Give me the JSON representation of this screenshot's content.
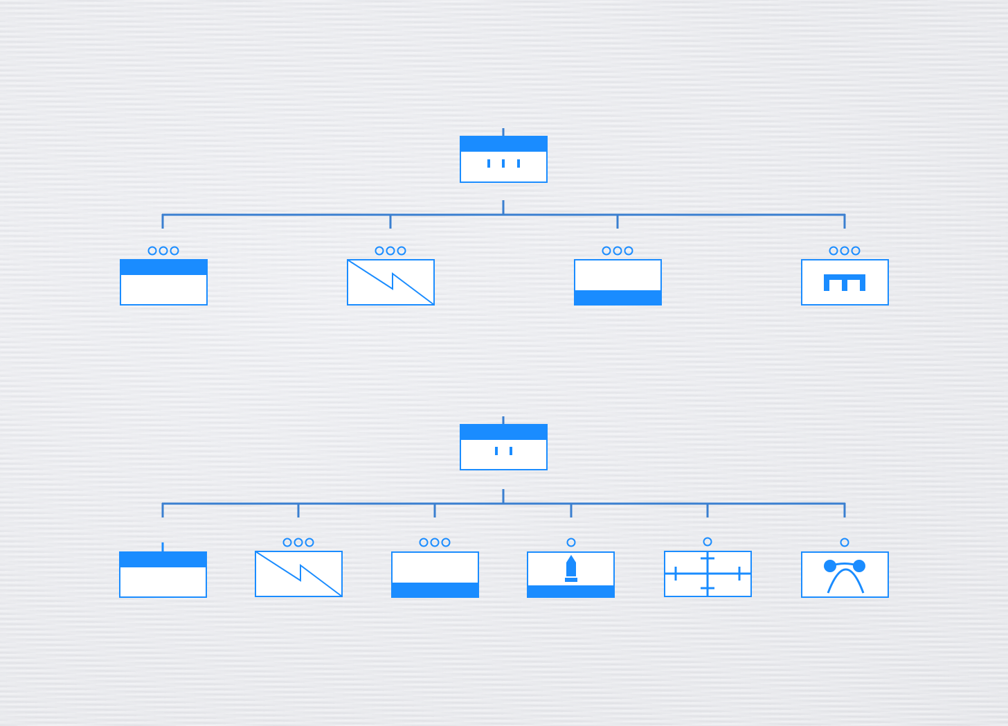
{
  "colors": {
    "symbol": "#1a8cff",
    "line": "#3a7fd0",
    "fill": "#ffffff",
    "background": "#e9eaee"
  },
  "diagram": {
    "chart_1": {
      "parent": {
        "symbol": "friendly-unit-frame",
        "modifier": "echelon-regiment",
        "echelon": "III"
      },
      "children": [
        {
          "symbol": "friendly-unit-frame",
          "icon": "upper-band-icon",
          "echelon": "●●●"
        },
        {
          "symbol": "friendly-unit-frame",
          "icon": "zigzag-diagonal-icon",
          "echelon": "●●●"
        },
        {
          "symbol": "friendly-unit-frame",
          "icon": "lower-band-icon",
          "echelon": "●●●"
        },
        {
          "symbol": "friendly-unit-frame",
          "icon": "bridge-arch-icon",
          "echelon": "●●●"
        }
      ]
    },
    "chart_2": {
      "parent": {
        "symbol": "friendly-unit-frame",
        "modifier": "echelon-battalion",
        "echelon": "II"
      },
      "children": [
        {
          "symbol": "friendly-unit-frame",
          "icon": "upper-band-icon",
          "echelon": "|"
        },
        {
          "symbol": "friendly-unit-frame",
          "icon": "zigzag-diagonal-icon",
          "echelon": "●●●"
        },
        {
          "symbol": "friendly-unit-frame",
          "icon": "lower-band-icon",
          "echelon": "●●●"
        },
        {
          "symbol": "friendly-unit-frame",
          "icon": "bullet-lower-band-icon",
          "echelon": "●"
        },
        {
          "symbol": "friendly-unit-frame",
          "icon": "cross-axis-icon",
          "echelon": "●"
        },
        {
          "symbol": "friendly-unit-frame",
          "icon": "arch-knots-icon",
          "echelon": "●"
        }
      ]
    }
  }
}
